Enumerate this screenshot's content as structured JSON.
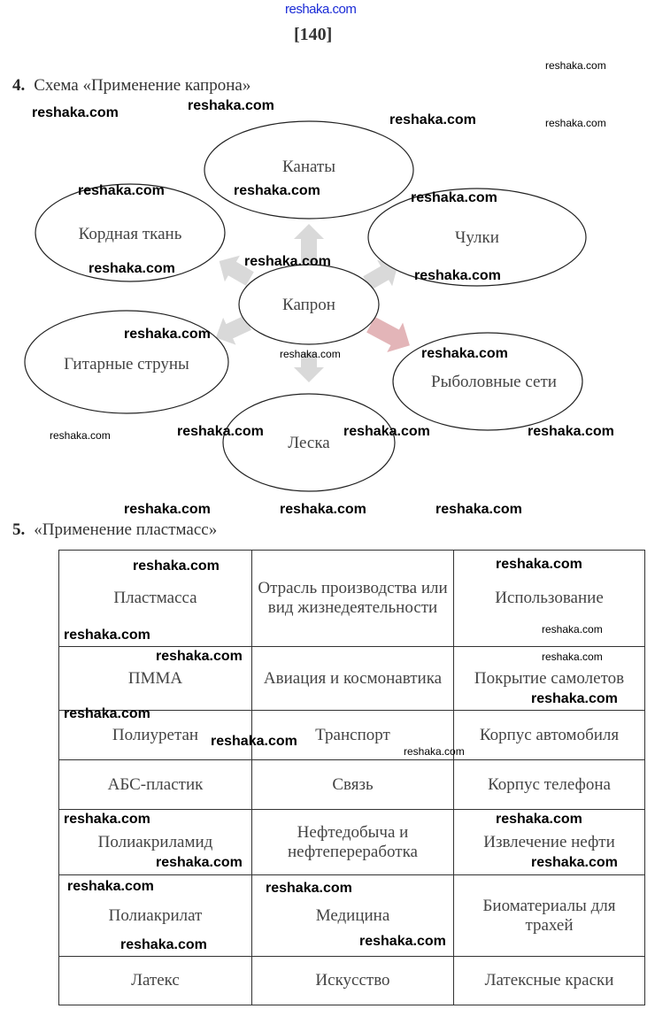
{
  "page_number": "[140]",
  "section4": {
    "number": "4.",
    "title": "Схема «Применение капрона»",
    "center": "Капрон",
    "nodes": [
      "Канаты",
      "Кордная ткань",
      "Чулки",
      "Гитарные струны",
      "Рыболовные сети",
      "Леска"
    ]
  },
  "section5": {
    "number": "5.",
    "title": "«Применение пластмасс»",
    "headers": [
      "Пластмасса",
      "Отрасль производства или вид жизнедеятельности",
      "Использование"
    ],
    "rows": [
      [
        "ПММА",
        "Авиация и космонавтика",
        "Покрытие самолетов"
      ],
      [
        "Полиуретан",
        "Транспорт",
        "Корпус автомобиля"
      ],
      [
        "АБС-пластик",
        "Связь",
        "Корпус телефона"
      ],
      [
        "Полиакриламид",
        "Нефтедобыча и нефтепереработка",
        "Извлечение нефти"
      ],
      [
        "Полиакрилат",
        "Медицина",
        "Биоматериалы для трахей"
      ],
      [
        "Латекс",
        "Искусство",
        "Латексные краски"
      ]
    ]
  },
  "watermark": "reshaka.com",
  "colors": {
    "arrow": "#d9d9d9",
    "arrow_red": "#e3b5b8",
    "watermark_blue": "#1a2bd6"
  }
}
